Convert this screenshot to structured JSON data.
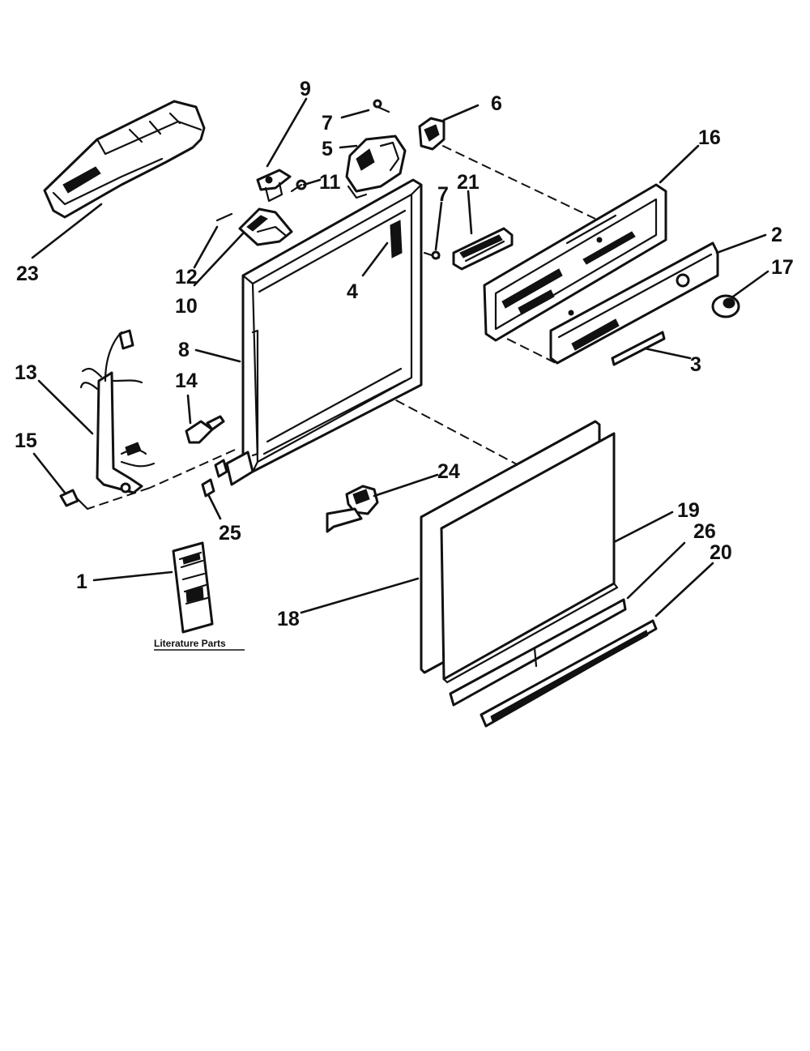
{
  "diagram": {
    "callouts": [
      "9",
      "7",
      "6",
      "5",
      "11",
      "16",
      "21",
      "7",
      "23",
      "12",
      "10",
      "4",
      "2",
      "17",
      "8",
      "3",
      "13",
      "14",
      "15",
      "25",
      "24",
      "19",
      "26",
      "20",
      "1",
      "18"
    ],
    "caption": "Literature Parts"
  },
  "colors": {
    "ink": "#111111",
    "paper": "#ffffff"
  }
}
